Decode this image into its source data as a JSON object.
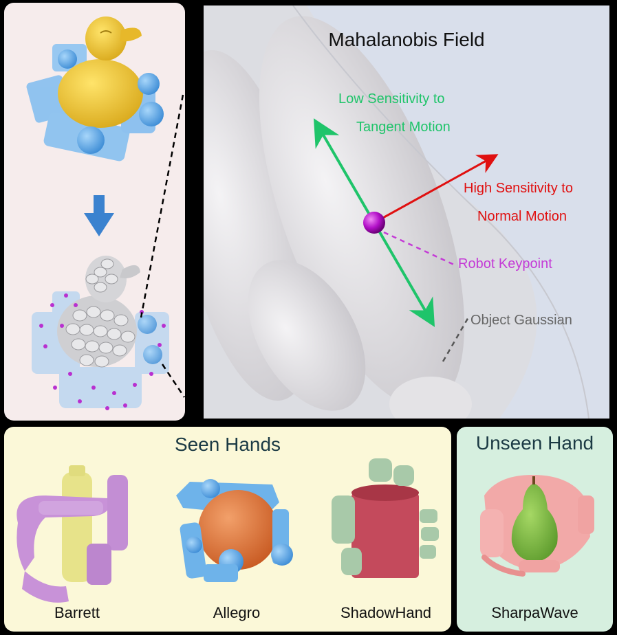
{
  "field": {
    "title": "Mahalanobis Field",
    "low_line1": "Low Sensitivity to",
    "low_line2": "Tangent Motion",
    "high_line1": "High Sensitivity to",
    "high_line2": "Normal Motion",
    "keypoint": "Robot Keypoint",
    "gaussian": "Object Gaussian"
  },
  "seen": {
    "title": "Seen Hands",
    "hands": [
      "Barrett",
      "Allegro",
      "ShadowHand"
    ]
  },
  "unseen": {
    "title": "Unseen Hand",
    "hands": [
      "SharpaWave"
    ]
  },
  "colors": {
    "green": "#1fc46a",
    "red": "#e01010",
    "magenta": "#c43ad6",
    "hand_blue": "#6eb3ea",
    "duck_yellow": "#f2cc3a"
  }
}
